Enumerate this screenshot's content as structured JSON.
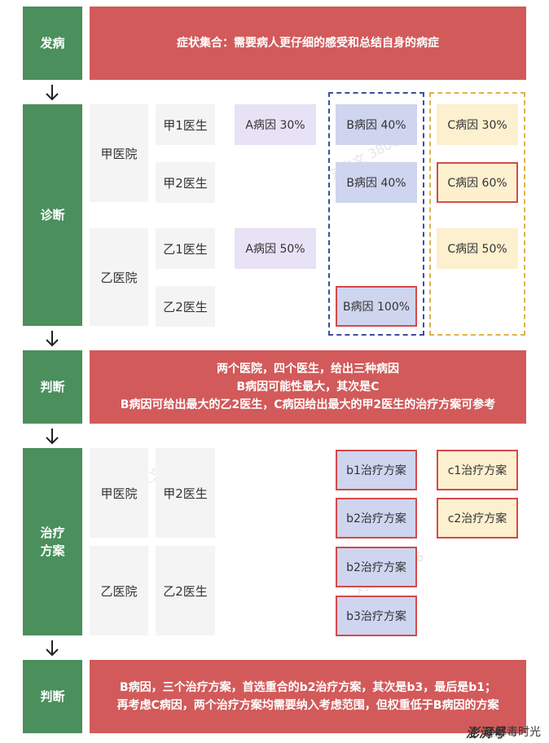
{
  "stages": {
    "onset": "发病",
    "diagnosis": "诊断",
    "judge1": "判断",
    "treatment": "治疗\n方案",
    "judge2": "判断"
  },
  "banners": {
    "onset": [
      "症状集合：需要病人更仔细的感受和总结自身的病症"
    ],
    "judge1": [
      "两个医院，四个医生，给出三种病因",
      "B病因可能性最大，其次是C",
      "B病因可给出最大的乙2医生，C病因给出最大的甲2医生的治疗方案可参考"
    ],
    "judge2": [
      "B病因，三个治疗方案，首选重合的b2治疗方案，其次是b3，最后是b1；",
      "再考虑C病因，两个治疗方案均需要纳入考虑范围，但权重低于B病因的方案"
    ]
  },
  "diagnosis": {
    "hospital_a": "甲医院",
    "hospital_b": "乙医院",
    "doctors": [
      "甲1医生",
      "甲2医生",
      "乙1医生",
      "乙2医生"
    ],
    "cause_a": [
      "A病因 30%",
      "A病因 50%"
    ],
    "cause_b": [
      "B病因 40%",
      "B病因 40%",
      "B病因 100%"
    ],
    "cause_c": [
      "C病因 30%",
      "C病因 60%",
      "C病因 50%"
    ]
  },
  "treatment": {
    "hospital_a": "甲医院",
    "hospital_b": "乙医院",
    "doctor_a": "甲2医生",
    "doctor_b": "乙2医生",
    "plans_b": [
      "b1治疗方案",
      "b2治疗方案",
      "b2治疗方案",
      "b3治疗方案"
    ],
    "plans_c": [
      "c1治疗方案",
      "c2治疗方案"
    ]
  },
  "footer": {
    "logo": "澎湃号",
    "source": "@解毒时光"
  },
  "watermark": "刘立文 3806",
  "colors": {
    "stage": "#4a8f5c",
    "banner": "#d25a5a",
    "cause_a": "#e7e2f6",
    "cause_b": "#cfd5ef",
    "cause_c": "#fdf0cf",
    "highlight": "#d24a4a"
  }
}
